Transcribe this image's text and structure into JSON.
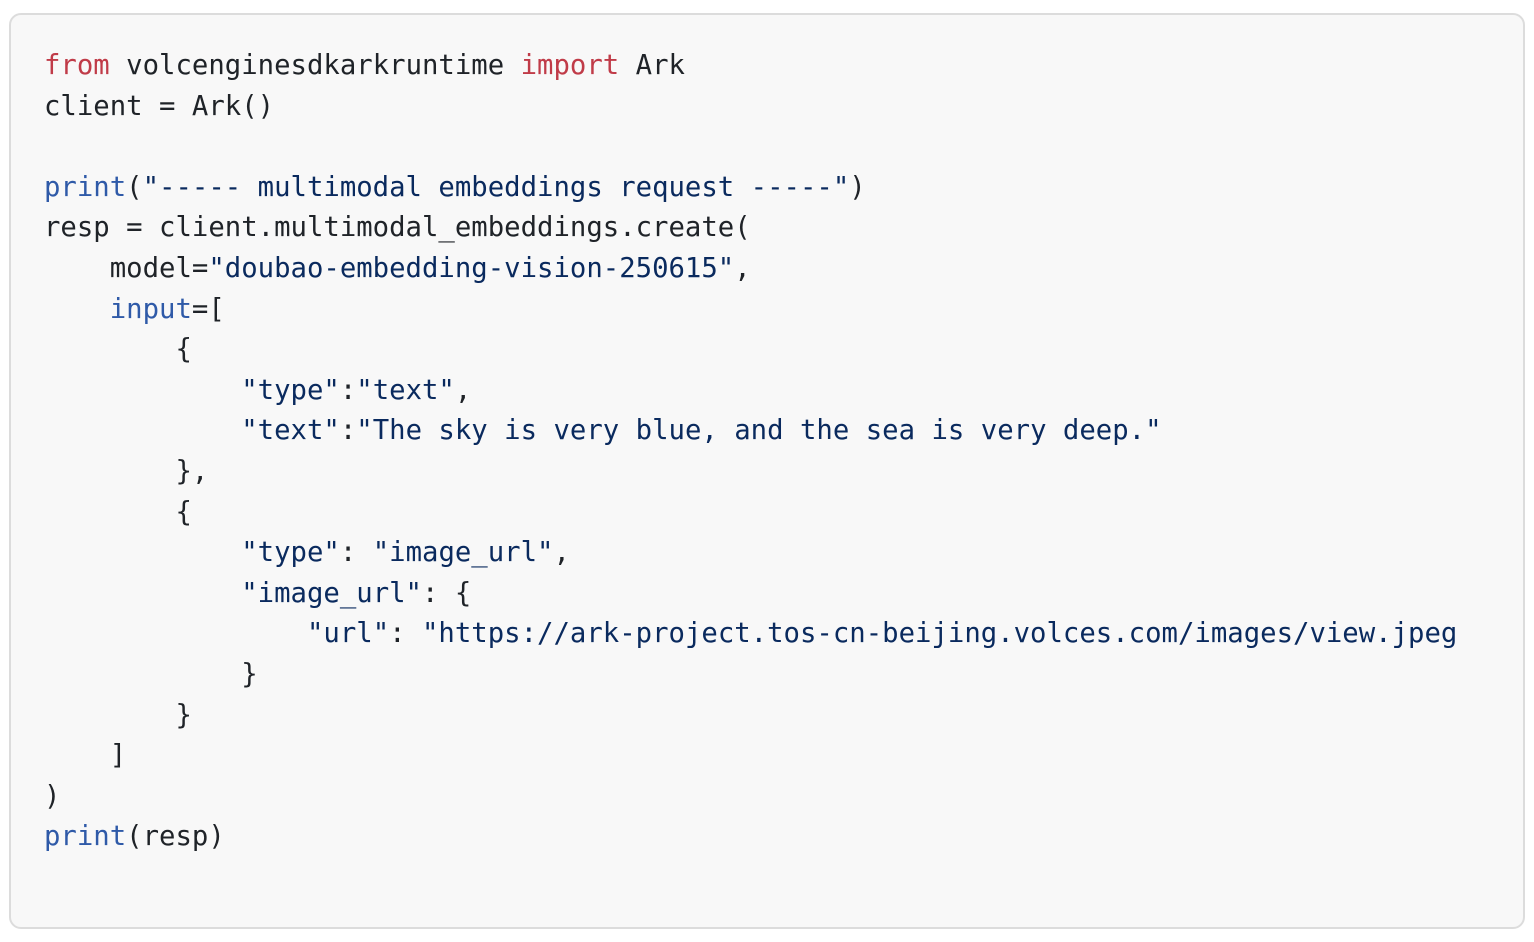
{
  "code": {
    "language": "python",
    "lines": [
      [
        {
          "t": "from",
          "c": "kw"
        },
        {
          "t": " volcenginesdkarkruntime ",
          "c": "plain"
        },
        {
          "t": "import",
          "c": "kw"
        },
        {
          "t": " Ark",
          "c": "plain"
        }
      ],
      [
        {
          "t": "client = Ark()",
          "c": "plain"
        }
      ],
      [],
      [
        {
          "t": "print",
          "c": "fn"
        },
        {
          "t": "(",
          "c": "plain"
        },
        {
          "t": "\"----- multimodal embeddings request -----\"",
          "c": "str"
        },
        {
          "t": ")",
          "c": "plain"
        }
      ],
      [
        {
          "t": "resp = client.multimodal_embeddings.create(",
          "c": "plain"
        }
      ],
      [
        {
          "t": "    model=",
          "c": "plain"
        },
        {
          "t": "\"doubao-embedding-vision-250615\"",
          "c": "str"
        },
        {
          "t": ",",
          "c": "plain"
        }
      ],
      [
        {
          "t": "    ",
          "c": "plain"
        },
        {
          "t": "input",
          "c": "fn"
        },
        {
          "t": "=[",
          "c": "plain"
        }
      ],
      [
        {
          "t": "        {",
          "c": "plain"
        }
      ],
      [
        {
          "t": "            ",
          "c": "plain"
        },
        {
          "t": "\"type\"",
          "c": "str"
        },
        {
          "t": ":",
          "c": "plain"
        },
        {
          "t": "\"text\"",
          "c": "str"
        },
        {
          "t": ",",
          "c": "plain"
        }
      ],
      [
        {
          "t": "            ",
          "c": "plain"
        },
        {
          "t": "\"text\"",
          "c": "str"
        },
        {
          "t": ":",
          "c": "plain"
        },
        {
          "t": "\"The sky is very blue, and the sea is very deep.\"",
          "c": "str"
        }
      ],
      [
        {
          "t": "        },",
          "c": "plain"
        }
      ],
      [
        {
          "t": "        {",
          "c": "plain"
        }
      ],
      [
        {
          "t": "            ",
          "c": "plain"
        },
        {
          "t": "\"type\"",
          "c": "str"
        },
        {
          "t": ": ",
          "c": "plain"
        },
        {
          "t": "\"image_url\"",
          "c": "str"
        },
        {
          "t": ",",
          "c": "plain"
        }
      ],
      [
        {
          "t": "            ",
          "c": "plain"
        },
        {
          "t": "\"image_url\"",
          "c": "str"
        },
        {
          "t": ": {",
          "c": "plain"
        }
      ],
      [
        {
          "t": "                ",
          "c": "plain"
        },
        {
          "t": "\"url\"",
          "c": "str"
        },
        {
          "t": ": ",
          "c": "plain"
        },
        {
          "t": "\"https://ark-project.tos-cn-beijing.volces.com/images/view.jpeg",
          "c": "str"
        }
      ],
      [
        {
          "t": "            }",
          "c": "plain"
        }
      ],
      [
        {
          "t": "        }",
          "c": "plain"
        }
      ],
      [
        {
          "t": "    ]",
          "c": "plain"
        }
      ],
      [
        {
          "t": ")",
          "c": "plain"
        }
      ],
      [
        {
          "t": "print",
          "c": "fn"
        },
        {
          "t": "(resp)",
          "c": "plain"
        }
      ]
    ]
  },
  "colors": {
    "background": "#f8f8f8",
    "border": "#dcdcdc",
    "keyword": "#c03b48",
    "builtin": "#2f5aa8",
    "string": "#0a2a5e",
    "text": "#1f2328"
  }
}
